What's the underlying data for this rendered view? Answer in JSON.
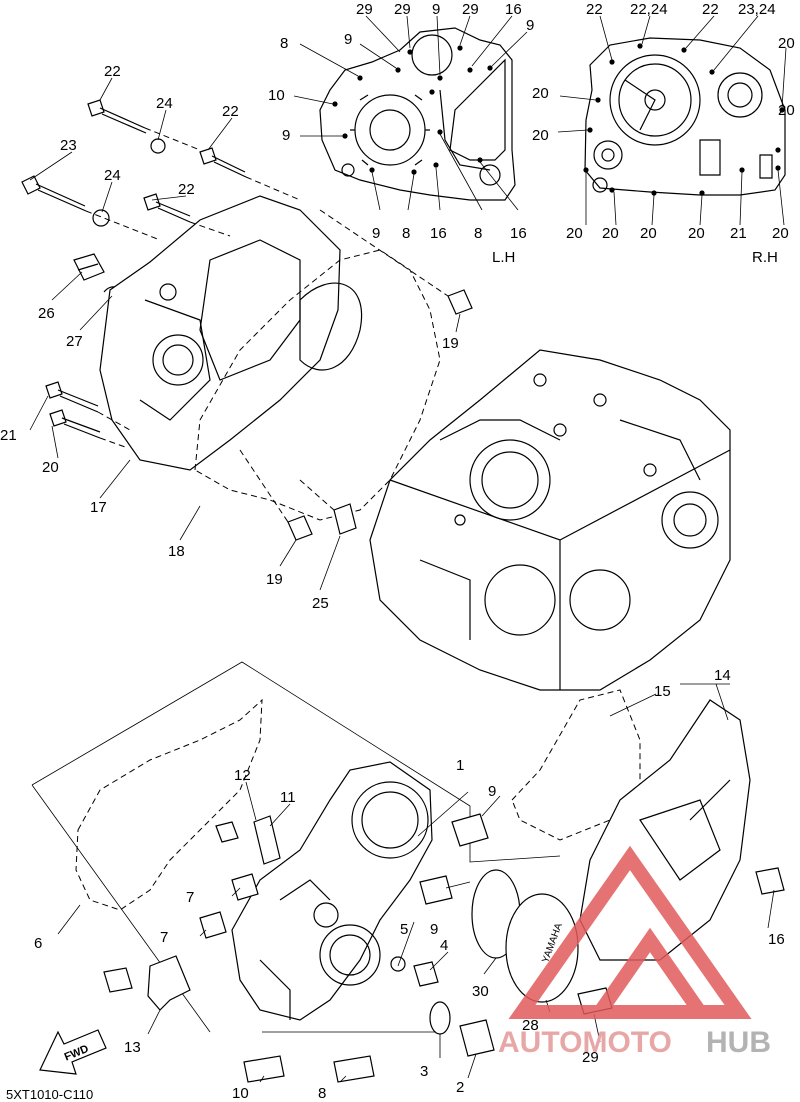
{
  "diagram": {
    "side_labels": {
      "left": "L.H",
      "right": "R.H"
    },
    "footer_code": "5XT1010-C110",
    "fwd_label": "FWD",
    "watermark": {
      "part1": "AUTOMOTO",
      "part2": "HUB",
      "logo_color": "#e25b5b"
    },
    "callouts": {
      "lh_top_29a": "29",
      "lh_top_29b": "29",
      "lh_top_9a": "9",
      "lh_top_29c": "29",
      "lh_top_16": "16",
      "lh_top_9b": "9",
      "lh_8": "8",
      "lh_9c": "9",
      "lh_10": "10",
      "lh_9d": "9",
      "lh_b_9": "9",
      "lh_b_8a": "8",
      "lh_b_16a": "16",
      "lh_b_8b": "8",
      "lh_b_16b": "16",
      "rh_22a": "22",
      "rh_2224a": "22,24",
      "rh_22b": "22",
      "rh_2324": "23,24",
      "rh_20a": "20",
      "rh_20b": "20",
      "rh_20c": "20",
      "rh_20d": "20",
      "rh_b_20a": "20",
      "rh_b_20b": "20",
      "rh_b_20c": "20",
      "rh_b_20d": "20",
      "rh_b_21": "21",
      "rh_b_20e": "20",
      "p22a": "22",
      "p24a": "24",
      "p22b": "22",
      "p23": "23",
      "p24b": "24",
      "p22c": "22",
      "p26": "26",
      "p27": "27",
      "p19a": "19",
      "p21": "21",
      "p20": "20",
      "p17": "17",
      "p18": "18",
      "p19b": "19",
      "p25": "25",
      "p14": "14",
      "p15": "15",
      "p1": "1",
      "p9a": "9",
      "p12": "12",
      "p11": "11",
      "p7a": "7",
      "p7b": "7",
      "p6": "6",
      "p9b": "9",
      "p5": "5",
      "p4": "4",
      "p30": "30",
      "p16": "16",
      "p13": "13",
      "p28": "28",
      "p29": "29",
      "p3": "3",
      "p2": "2",
      "p10": "10",
      "p8": "8"
    }
  }
}
